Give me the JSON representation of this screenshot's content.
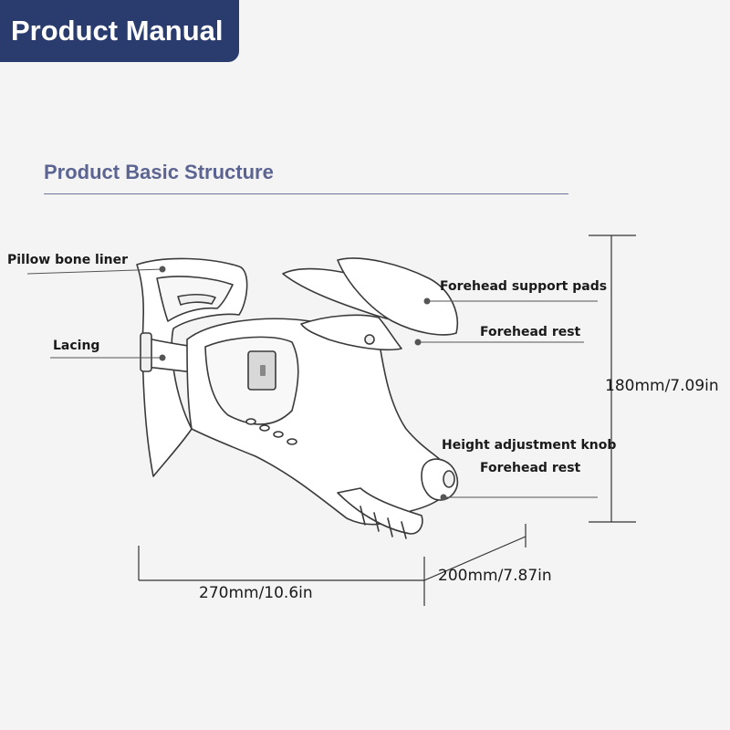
{
  "banner": {
    "title": "Product Manual",
    "color": "#2a3b6e"
  },
  "section": {
    "title": "Product Basic Structure",
    "title_color": "#5c6591"
  },
  "callouts": {
    "pillow_bone_liner": "Pillow bone liner",
    "lacing": "Lacing",
    "forehead_support_pads": "Forehead support pads",
    "forehead_rest_upper": "Forehead rest",
    "height_adjustment_knob": "Height adjustment knob",
    "forehead_rest_lower": "Forehead rest"
  },
  "dimensions": {
    "height": "180mm/7.09in",
    "width": "270mm/10.6in",
    "depth": "200mm/7.87in"
  },
  "colors": {
    "line": "#333333",
    "callout_dot": "#555555"
  }
}
